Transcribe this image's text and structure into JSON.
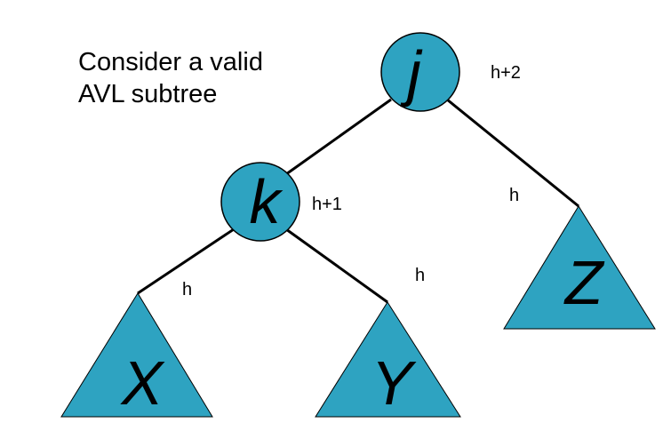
{
  "caption": {
    "line1": "Consider a valid",
    "line2": "AVL subtree"
  },
  "nodes": {
    "j": {
      "letter": "j",
      "height": "h+2"
    },
    "k": {
      "letter": "k",
      "height": "h+1"
    }
  },
  "subtrees": {
    "x": {
      "letter": "X",
      "height": "h"
    },
    "y": {
      "letter": "Y",
      "height": "h"
    },
    "z": {
      "letter": "Z",
      "height": "h"
    }
  },
  "colors": {
    "fill": "#2ea3c1",
    "stroke": "#000000"
  }
}
